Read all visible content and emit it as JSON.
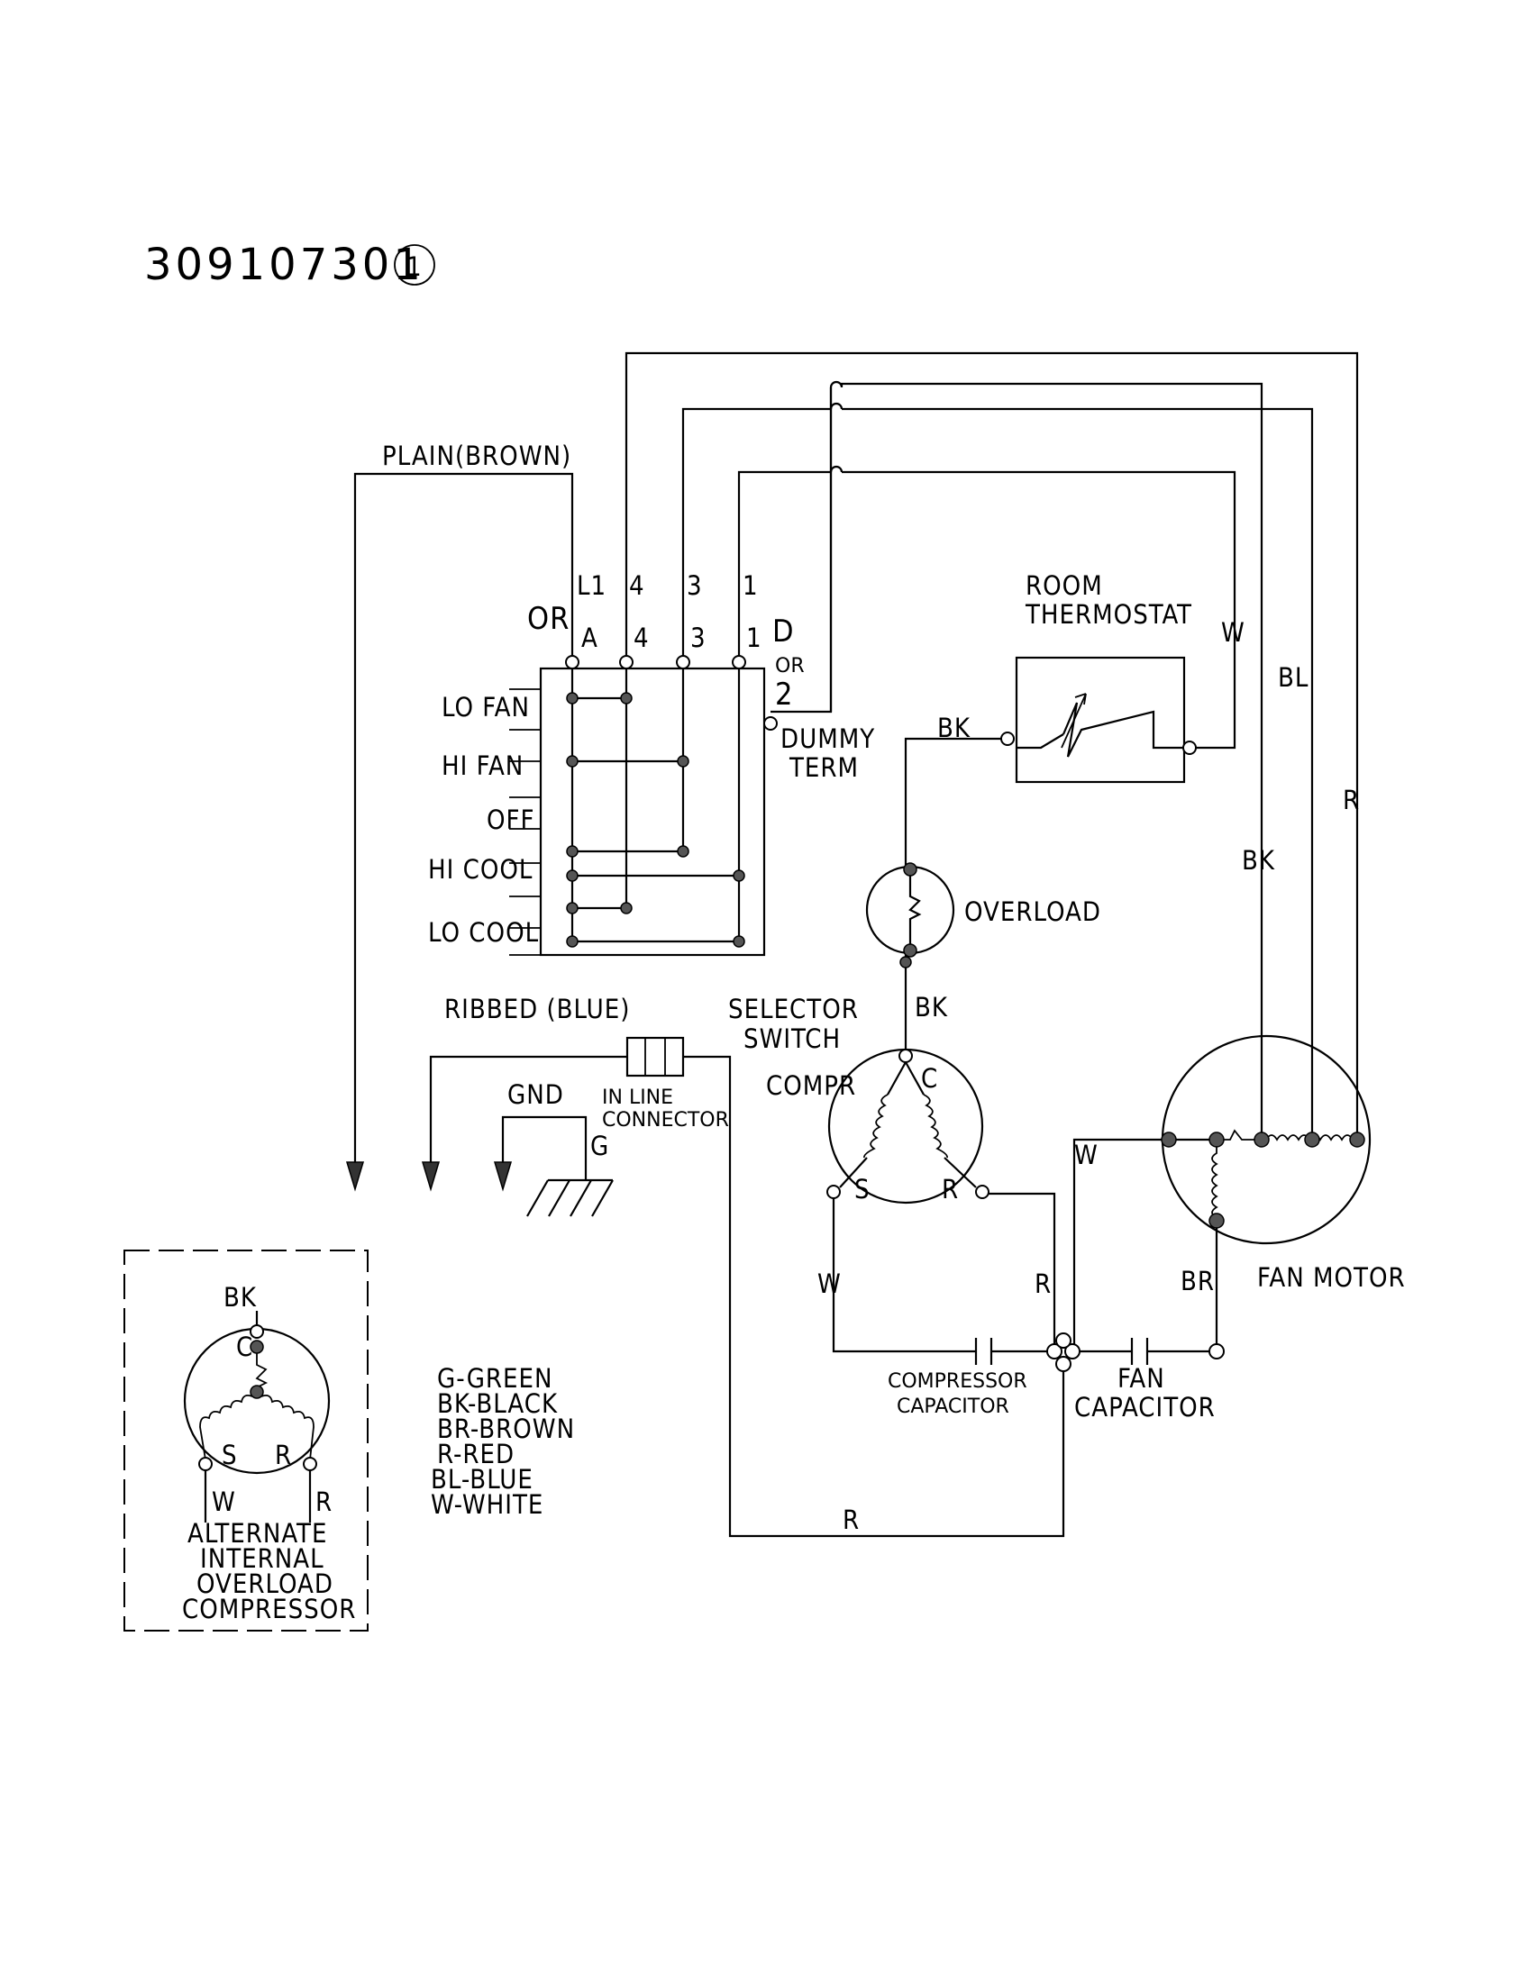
{
  "document": {
    "part_number": "309107301",
    "revision": "1"
  },
  "wires": {
    "plain": "PLAIN(BROWN)",
    "ribbed": "RIBBED (BLUE)",
    "r": "R",
    "w": "W",
    "bk": "BK",
    "bl": "BL",
    "br": "BR"
  },
  "selector_switch": {
    "label_line1": "SELECTOR",
    "label_line2": "SWITCH",
    "or": "OR",
    "top_terminals": [
      "L1",
      "4",
      "3",
      "1"
    ],
    "inner_terminals": [
      "A",
      "4",
      "3",
      "1"
    ],
    "d": "D",
    "or_small": "OR",
    "two": "2",
    "dummy1": "DUMMY",
    "dummy2": "TERM",
    "positions": [
      "LO FAN",
      "HI FAN",
      "OFF",
      "HI COOL",
      "LO COOL"
    ]
  },
  "thermostat": {
    "line1": "ROOM",
    "line2": "THERMOSTAT"
  },
  "overload": "OVERLOAD",
  "compressor": {
    "label": "COMPR",
    "c": "C",
    "s": "S",
    "r": "R"
  },
  "connector": {
    "line1": "IN LINE",
    "line2": "CONNECTOR"
  },
  "ground": {
    "gnd": "GND",
    "g": "G"
  },
  "fan_motor": "FAN MOTOR",
  "compressor_capacitor": {
    "line1": "COMPRESSOR",
    "line2": "CAPACITOR"
  },
  "fan_capacitor": {
    "line1": "FAN",
    "line2": "CAPACITOR"
  },
  "legend": [
    "G-GREEN",
    "BK-BLACK",
    "BR-BROWN",
    "R-RED",
    "BL-BLUE",
    "W-WHITE"
  ],
  "alternate": {
    "bk": "BK",
    "c": "C",
    "s": "S",
    "r": "R",
    "w": "W",
    "lines": [
      "ALTERNATE",
      "INTERNAL",
      "OVERLOAD",
      "COMPRESSOR"
    ]
  }
}
